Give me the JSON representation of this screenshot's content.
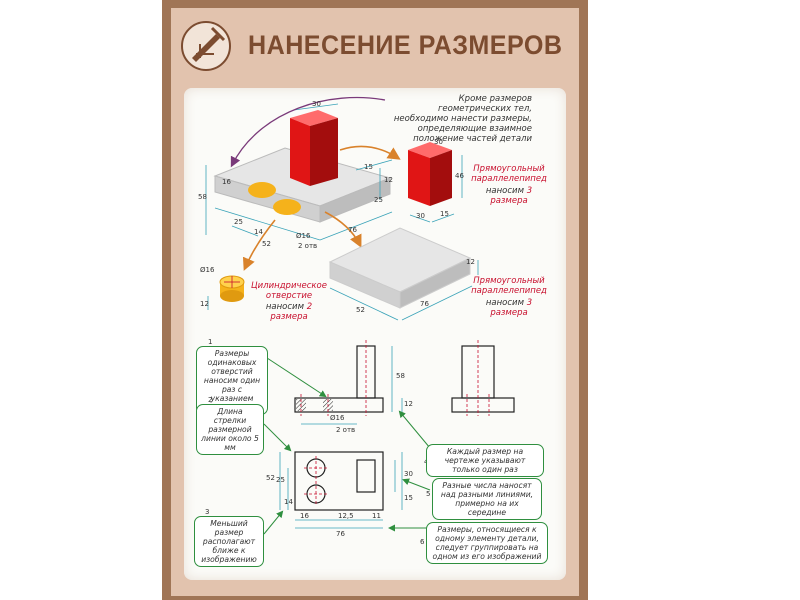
{
  "title": "НАНЕСЕНИЕ РАЗМЕРОВ",
  "colors": {
    "frame": "#a07556",
    "inner": "#e2c3ae",
    "title": "#7c4c30",
    "accent_red": "#c8102e",
    "note_border": "#2f8f3f",
    "dim_line": "#3aa3b8"
  },
  "top_section": {
    "intro_text": "Кроме размеров геометрических тел, необходимо нанести размеры, определяющие взаимное положение частей детали",
    "block_label_1": "Прямоугольный параллелепипед",
    "block_label_1_count_prefix": "наносим",
    "block_label_1_count": "3 размера",
    "block_label_2": "Прямоугольный параллелепипед",
    "block_label_2_count_prefix": "наносим",
    "block_label_2_count": "3 размера",
    "hole_label": "Цилиндрическое отверстие",
    "hole_count_prefix": "наносим",
    "hole_count": "2 размера",
    "dims": {
      "d30_top": "30",
      "d58": "58",
      "d16": "16",
      "d15": "15",
      "d12a": "12",
      "d25a": "25",
      "d25b": "25",
      "d14": "14",
      "d52": "52",
      "d76": "76",
      "phi16": "Ø16",
      "two_holes": "2 отв",
      "r30": "30",
      "r46": "46",
      "r15": "15",
      "phi16_small": "Ø16",
      "d12_small": "12",
      "p52": "52",
      "p76": "76",
      "p12": "12"
    }
  },
  "notes": [
    {
      "num": "1",
      "text": "Размеры одинаковых отверстий наносим один раз с указанием количества"
    },
    {
      "num": "2",
      "text": "Длина стрелки размерной линии около 5 мм"
    },
    {
      "num": "3",
      "text": "Меньший размер располагают ближе к изображению"
    },
    {
      "num": "4",
      "text": "Каждый размер на чертеже указывают только один раз"
    },
    {
      "num": "5",
      "text": "Разные числа наносят над разными линиями, примерно на их середине"
    },
    {
      "num": "6",
      "text": "Размеры, относящиеся к одному элементу детали, следует группировать на одном из его изображений"
    }
  ],
  "drawing_dims": {
    "front_58": "58",
    "front_12": "12",
    "front_phi16": "Ø16",
    "front_2otv": "2 отв",
    "top_52": "52",
    "top_25": "25",
    "top_14": "14",
    "top_30": "30",
    "top_15": "15",
    "top_16": "16",
    "top_12_5": "12,5",
    "top_11": "11",
    "top_76": "76"
  }
}
